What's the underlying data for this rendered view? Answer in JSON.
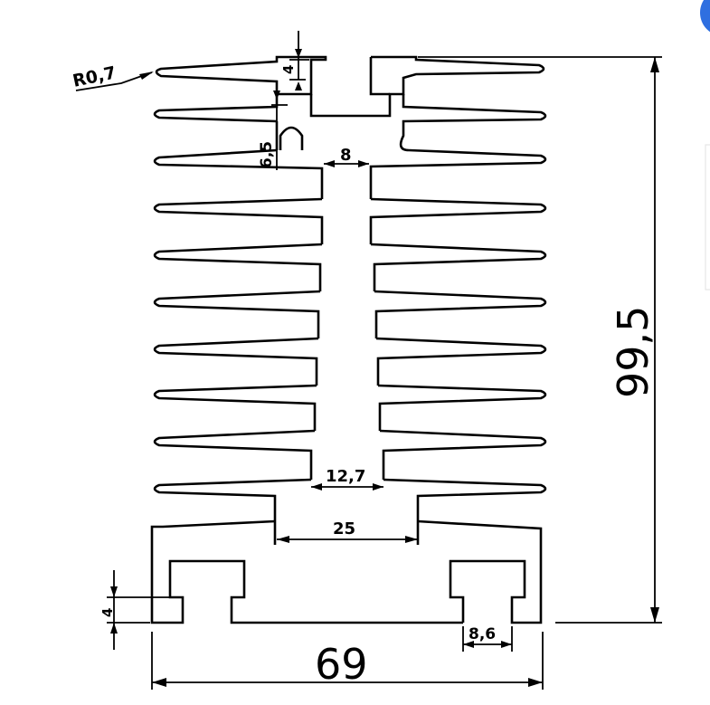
{
  "drawing": {
    "radius_label": "R0,7",
    "slot_depth_label": "4",
    "slot_round_label": "6,5",
    "top_channel_label": "8",
    "bottom_channel_label": "12,7",
    "base_opening_label": "25",
    "foot_height_label": "4",
    "foot_slot_label": "8,6",
    "overall_width_label": "69",
    "overall_height_label": "99,5"
  },
  "colors": {
    "line": "#000000",
    "accent": "#2f6fe0"
  }
}
